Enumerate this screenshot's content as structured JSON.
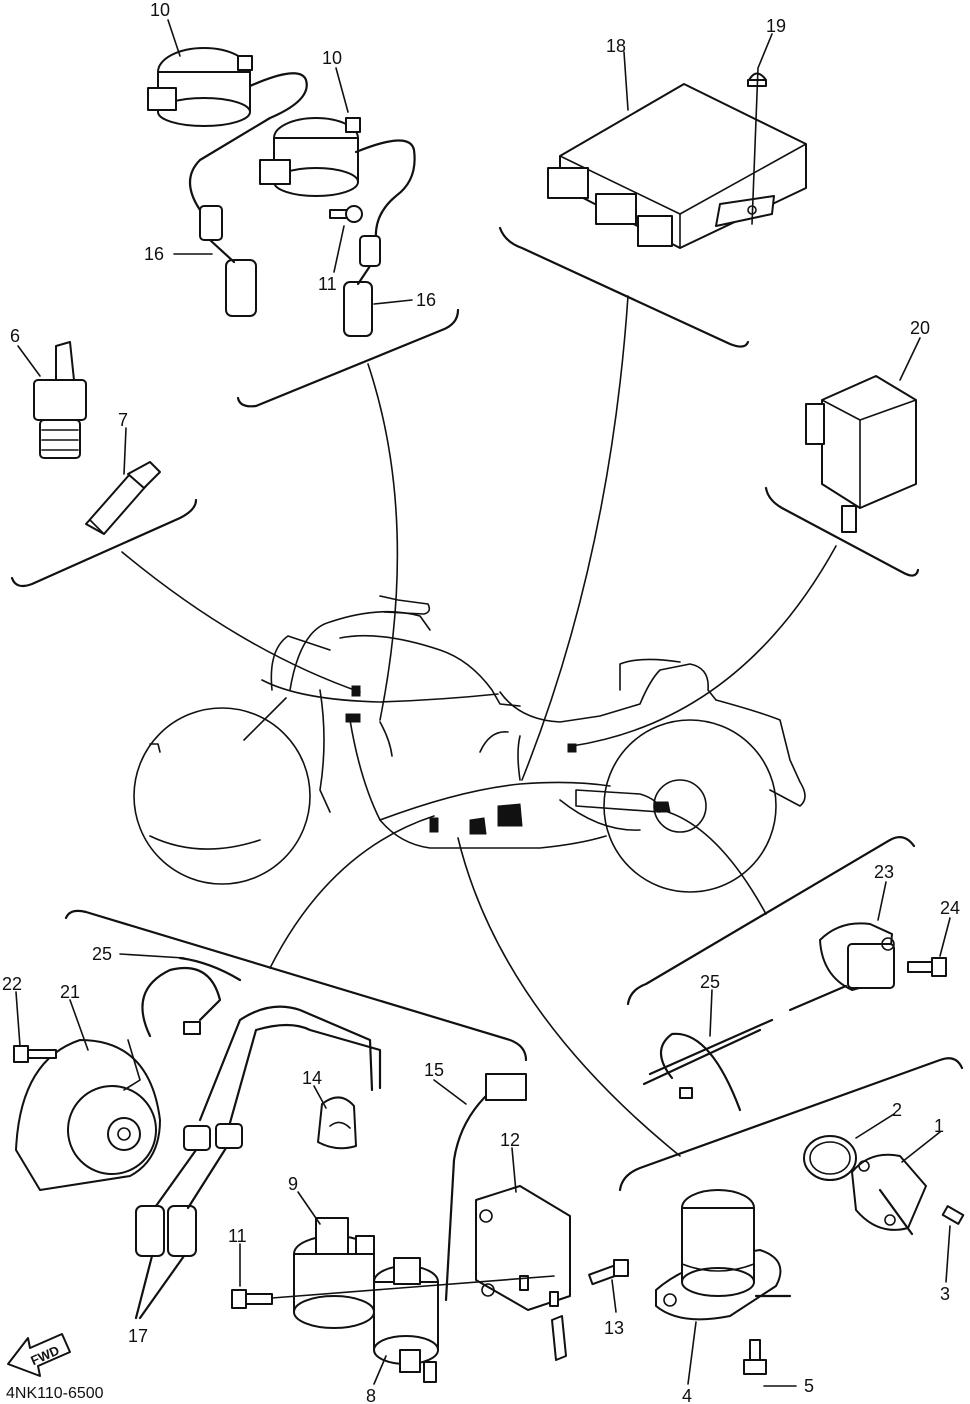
{
  "diagram": {
    "code": "4NK110-6500",
    "fwd_label": "FWD",
    "callouts": [
      "10",
      "10",
      "19",
      "18",
      "16",
      "11",
      "16",
      "6",
      "7",
      "20",
      "25",
      "22",
      "21",
      "23",
      "24",
      "25",
      "14",
      "15",
      "12",
      "2",
      "1",
      "9",
      "11",
      "13",
      "3",
      "17",
      "8",
      "4",
      "5"
    ]
  }
}
